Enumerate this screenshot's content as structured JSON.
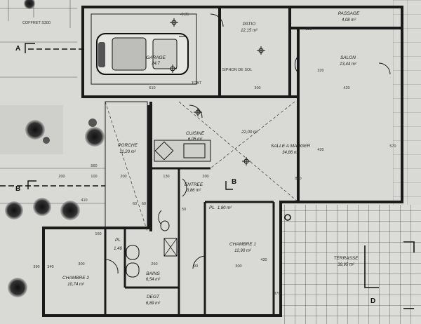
{
  "labels": {
    "coffret": "COFFRET S300",
    "tgbt": "TGBT",
    "siphon": "SIPHON DE SOL",
    "section_a": "A",
    "section_b": "B",
    "section_b_right": "B",
    "section_d": "D",
    "elevation_top": "-0,05"
  },
  "rooms": {
    "garage": {
      "name": "GARAGE",
      "area": "24,7"
    },
    "patio": {
      "name": "PATIO",
      "area": "12,15 m²"
    },
    "passage": {
      "name": "PASSAGE",
      "area": "4,08 m²"
    },
    "salon": {
      "name": "SALON",
      "area": "13,44 m²"
    },
    "cuisine": {
      "name": "CUISINE",
      "area": "6,05 m²"
    },
    "salle_a_manger": {
      "name": "SALLE A MANGER",
      "area": "34,86 m²"
    },
    "porche": {
      "name": "PORCHE",
      "area": "11,20 m²"
    },
    "entree": {
      "name": "ENTREE",
      "area": "3,86 m²"
    },
    "chambre1": {
      "name": "CHAMBRE 1",
      "area": "12,90 m²"
    },
    "chambre2": {
      "name": "CHAMBRE 2",
      "area": "10,74 m²"
    },
    "bains": {
      "name": "BAINS",
      "area": "6,54 m²"
    },
    "degt": {
      "name": "DEGT",
      "area": "6,89 m²"
    },
    "terrasse": {
      "name": "TERRASSE",
      "area": "39,95 m²"
    },
    "pl_chambre": {
      "name": "PL",
      "area": "1,80 m²"
    },
    "pl_bains": {
      "name": "PL",
      "area": "1,46"
    }
  },
  "ceiling_height": "22,00 m²",
  "dimensions": {
    "d610": "610",
    "d300_patio": "300",
    "d420_salon": "420",
    "d120_passage": "120",
    "d560": "560",
    "d200a": "200",
    "d100a": "100",
    "d200b": "200",
    "d130": "130",
    "d200c": "200",
    "d830": "830",
    "d60a": "60",
    "d60b": "60",
    "d410": "410",
    "d160": "160",
    "d420_side": "420",
    "d570": "570",
    "d320": "320",
    "d300_ch2": "300",
    "d260": "260",
    "d300_ch1": "300",
    "d90": "90",
    "d50": "50",
    "d430": "430",
    "d390": "390",
    "d340": "340",
    "d370": "370"
  }
}
